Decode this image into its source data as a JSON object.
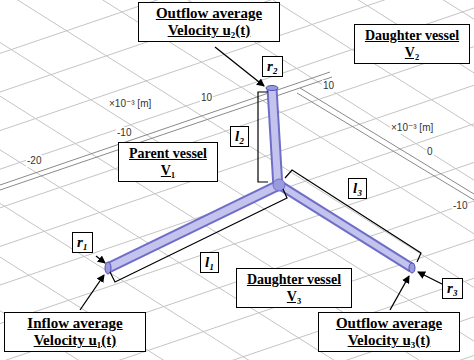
{
  "diagram": {
    "nodes": [
      {
        "text": [
          "Outflow average Velocity u₂(t)"
        ]
      },
      {
        "text": [
          "Daughter vessel V₂"
        ]
      },
      {
        "text": [
          "r₂"
        ]
      },
      {
        "text": [
          "l₂"
        ]
      },
      {
        "text": [
          "Parent vessel V₁"
        ]
      },
      {
        "text": [
          "r₁"
        ]
      },
      {
        "text": [
          "l₁"
        ]
      },
      {
        "text": [
          "l₃"
        ]
      },
      {
        "text": [
          "Daughter vessel V₃"
        ]
      },
      {
        "text": [
          "r₃"
        ]
      },
      {
        "text": [
          "Inflow average Velocity u₁(t)"
        ]
      },
      {
        "text": [
          "Outflow average Velocity u₃(t)"
        ]
      }
    ],
    "labels": [
      "×10⁻³ [m]",
      "10",
      "-10",
      "-20",
      "10",
      "×10⁻³ [m]",
      "0",
      "-10"
    ]
  }
}
